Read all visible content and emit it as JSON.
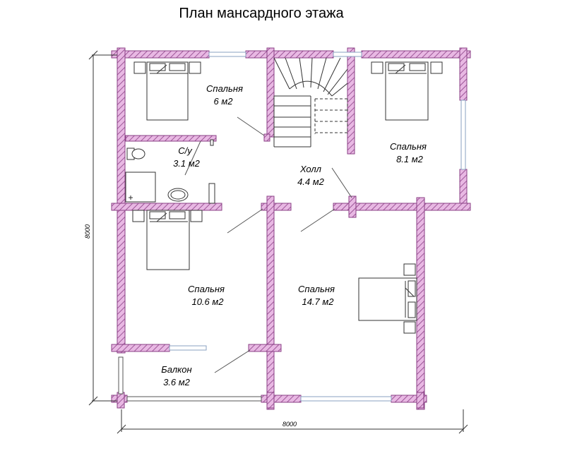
{
  "title": "План мансардного этажа",
  "dimensions": {
    "width_label": "8000",
    "height_label": "8000"
  },
  "rooms": [
    {
      "id": "bedroom-6",
      "name": "Спальня",
      "area": "6 м2"
    },
    {
      "id": "wc",
      "name": "С/у",
      "area": "3.1 м2"
    },
    {
      "id": "hall",
      "name": "Холл",
      "area": "4.4 м2"
    },
    {
      "id": "bedroom-8",
      "name": "Спальня",
      "area": "8.1 м2"
    },
    {
      "id": "bedroom-10",
      "name": "Спальня",
      "area": "10.6 м2"
    },
    {
      "id": "bedroom-14",
      "name": "Спальня",
      "area": "14.7 м2"
    },
    {
      "id": "balcony",
      "name": "Балкон",
      "area": "3.6 м2"
    }
  ],
  "colors": {
    "wall_fill": "#e8b8e3",
    "wall_stroke": "#8a3f85",
    "line": "#555555"
  }
}
